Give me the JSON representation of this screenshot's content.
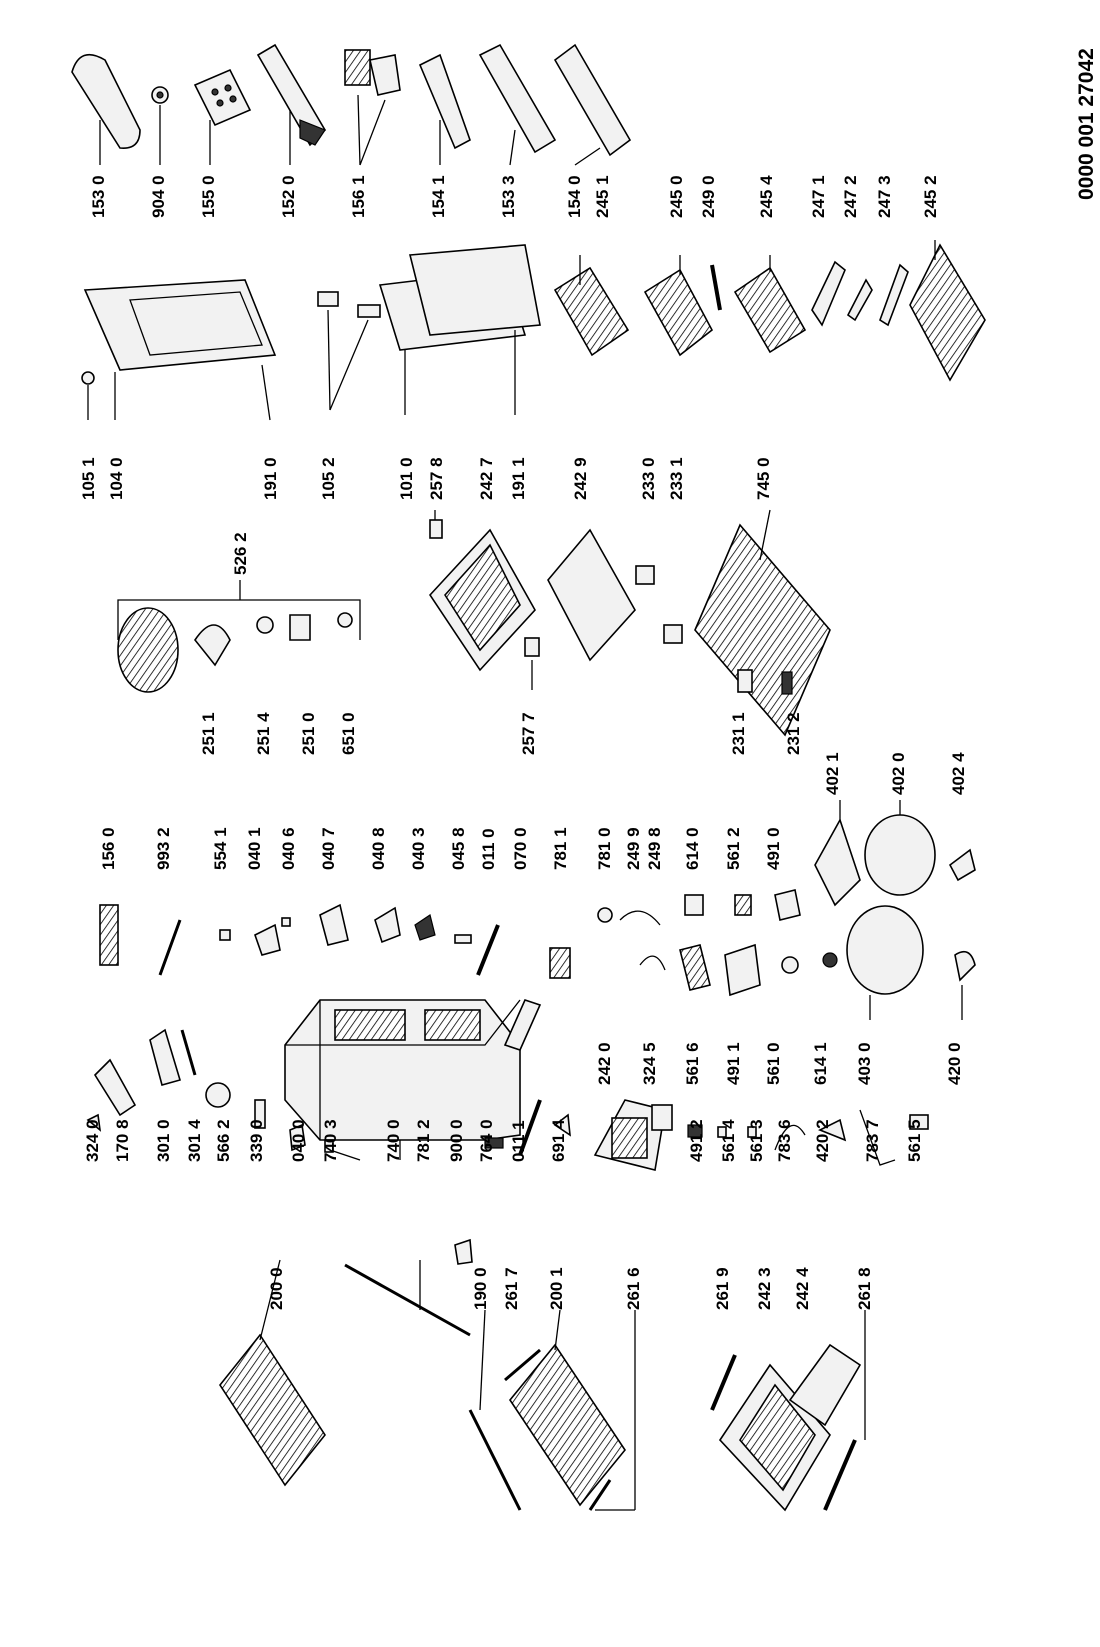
{
  "document_number": "0000 001 27042",
  "part_labels": [
    "324 0",
    "170 8",
    "301 0",
    "301 4",
    "566 2",
    "339 0",
    "040 0",
    "740 3",
    "740 0",
    "781 2",
    "900 0",
    "764 0",
    "011 1",
    "691 4",
    "156 0",
    "993 2",
    "554 1",
    "040 1",
    "040 6",
    "040 7",
    "040 8",
    "040 3",
    "045 8",
    "011 0",
    "070 0",
    "781 1",
    "200 0",
    "190 0",
    "261 7",
    "200 1",
    "261 6",
    "242 0",
    "324 5",
    "781 0",
    "249 9",
    "249 8",
    "614 0",
    "561 2",
    "491 0",
    "561 6",
    "491 1",
    "561 0",
    "614 1",
    "402 1",
    "402 0",
    "402 4",
    "403 0",
    "420 0",
    "491 2",
    "561 4",
    "561 3",
    "783 6",
    "420 2",
    "783 7",
    "561 5",
    "261 9",
    "242 3",
    "242 4",
    "261 8",
    "526 2",
    "251 1",
    "251 4",
    "251 0",
    "651 0",
    "257 7",
    "231 1",
    "231 2",
    "105 1",
    "104 0",
    "191 0",
    "105 2",
    "101 0",
    "257 8",
    "242 7",
    "191 1",
    "242 9",
    "233 0",
    "233 1",
    "745 0",
    "153 0",
    "904 0",
    "155 0",
    "152 0",
    "156 1",
    "154 1",
    "153 3",
    "154 0",
    "245 1",
    "245 0",
    "249 0",
    "245 4",
    "247 1",
    "247 2",
    "247 3",
    "245 2"
  ]
}
